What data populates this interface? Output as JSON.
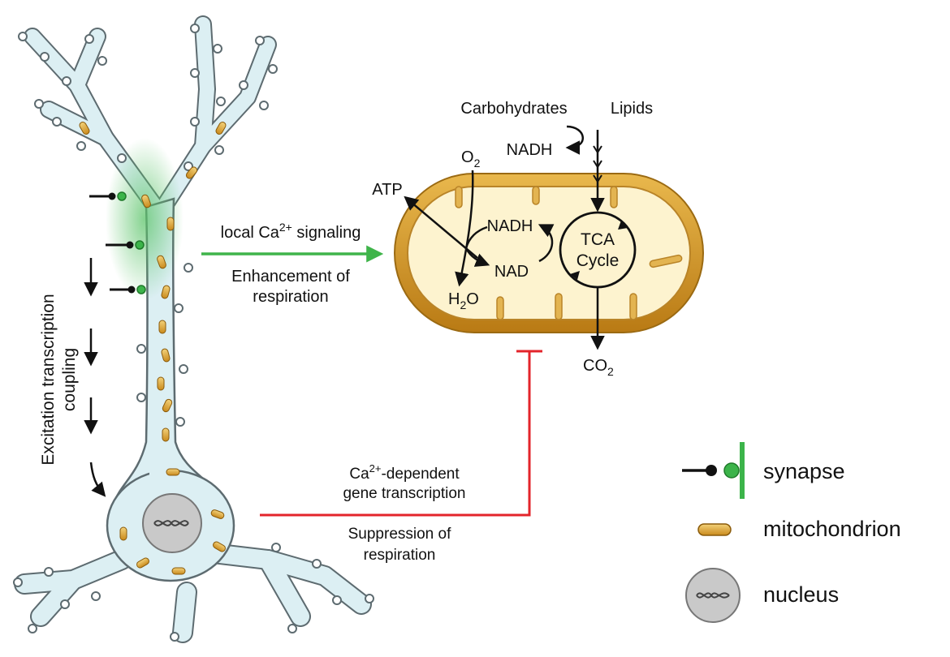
{
  "mitochondrion": {
    "inputs": {
      "carbohydrates": "Carbohydrates",
      "lipids": "Lipids",
      "nadh_out": "NADH"
    },
    "o2": {
      "base": "O",
      "sub": "2"
    },
    "atp": "ATP",
    "nadh": "NADH",
    "nad": "NAD",
    "h2o": {
      "a": "H",
      "sub": "2",
      "b": "O"
    },
    "tca": {
      "line1": "TCA",
      "line2": "Cycle"
    },
    "co2": {
      "base": "CO",
      "sub": "2"
    }
  },
  "signals": {
    "local": {
      "pre": "local Ca",
      "sup": "2+",
      "post": " signaling"
    },
    "enhance": {
      "line1": "Enhancement of",
      "line2": "respiration"
    },
    "gene": {
      "pre": "Ca",
      "sup": "2+",
      "post": "-dependent",
      "line2": "gene transcription"
    },
    "suppress": {
      "line1": "Suppression of",
      "line2": "respiration"
    }
  },
  "neuron": {
    "coupling": {
      "line1": "Excitation transcription",
      "line2": "coupling"
    }
  },
  "legend": {
    "synapse": "synapse",
    "mitochondrion": "mitochondrion",
    "nucleus": "nucleus"
  },
  "colors": {
    "cell_fill": "#dceff3",
    "cell_stroke": "#5d6b70",
    "synapse_green": "#3cb44a",
    "activation_arrow": "#3fb44a",
    "inhibition": "#e3242b",
    "mito_outer": "#d9a43a",
    "mito_inner": "#fdf3cf",
    "nucleus": "#c9c9c9"
  }
}
